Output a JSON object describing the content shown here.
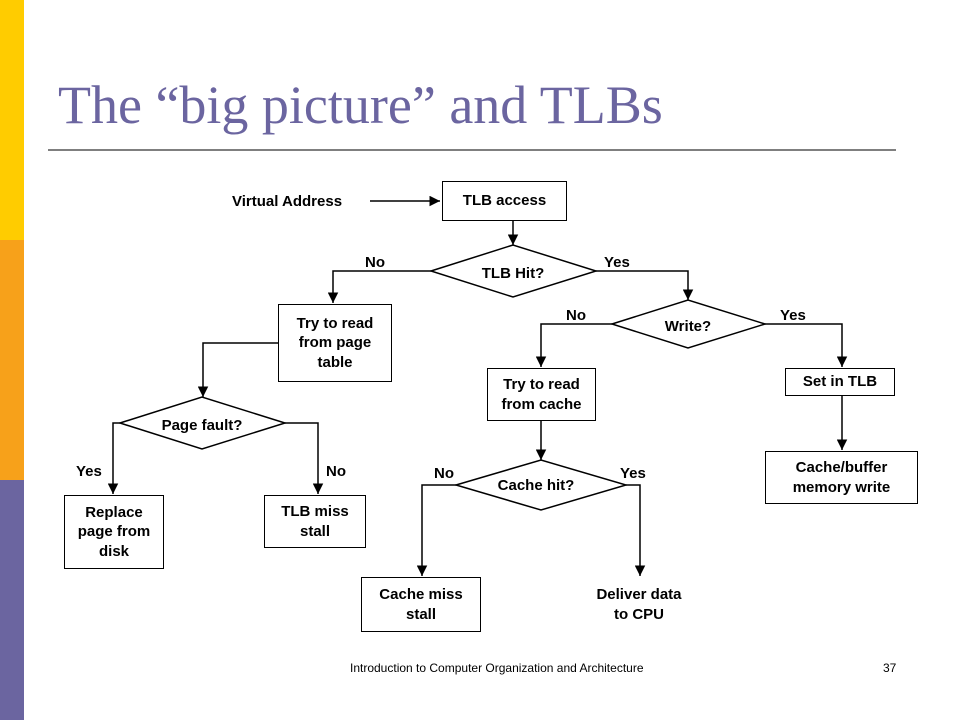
{
  "slide": {
    "title": "The “big picture” and TLBs",
    "footer": "Introduction to Computer Organization and Architecture",
    "page_number": "37",
    "sidebar_colors": [
      "#ffcc00",
      "#f7a11a",
      "#6b65a0"
    ],
    "title_color": "#6b65a0"
  },
  "diagram": {
    "virtual_address": "Virtual Address",
    "tlb_access": "TLB access",
    "tlb_hit": "TLB Hit?",
    "tlb_hit_no": "No",
    "tlb_hit_yes": "Yes",
    "read_page_table": "Try to read\nfrom page\ntable",
    "write_q": "Write?",
    "write_no": "No",
    "write_yes": "Yes",
    "try_read_cache": "Try to read\nfrom cache",
    "set_in_tlb": "Set in TLB",
    "page_fault": "Page fault?",
    "page_fault_yes": "Yes",
    "page_fault_no": "No",
    "cache_buffer_write": "Cache/buffer\nmemory write",
    "cache_hit": "Cache hit?",
    "cache_hit_no": "No",
    "cache_hit_yes": "Yes",
    "replace_page": "Replace\npage from\ndisk",
    "tlb_miss_stall": "TLB miss\nstall",
    "cache_miss_stall": "Cache miss\nstall",
    "deliver_data": "Deliver data\nto CPU"
  }
}
